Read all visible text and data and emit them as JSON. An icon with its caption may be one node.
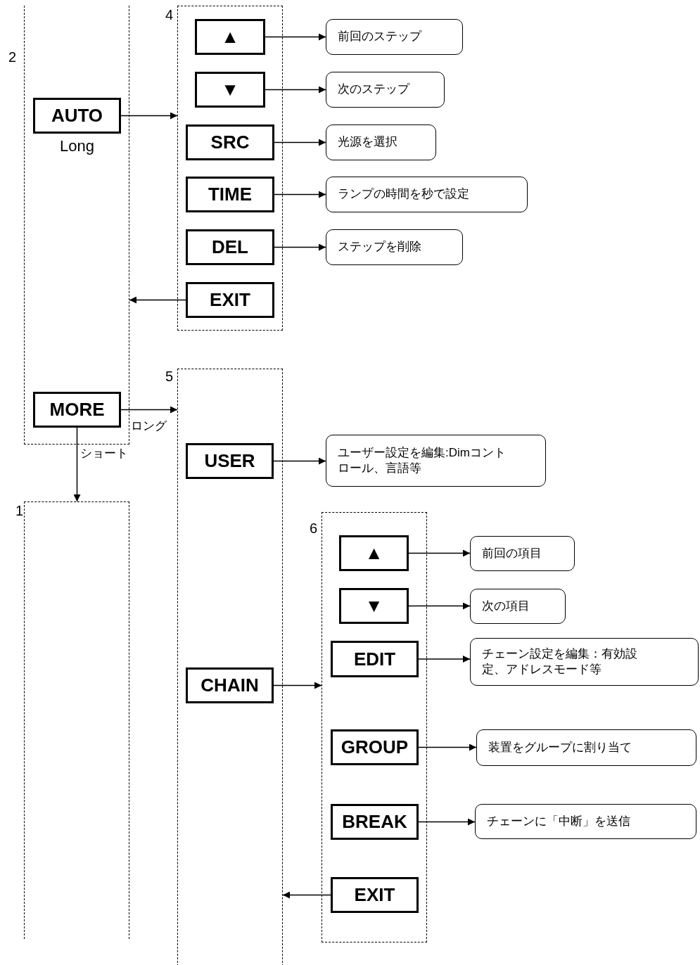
{
  "diagram": {
    "nodes": [
      {
        "text": [
          "2"
        ]
      },
      {
        "text": [
          "AUTO"
        ],
        "in": 0,
        "beside": [
          "Long"
        ]
      },
      {
        "text": [
          "MORE"
        ],
        "in": 0
      },
      {
        "text": [
          "4"
        ]
      },
      {
        "text": [
          "▲"
        ],
        "in": 3
      },
      {
        "text": [
          "▼"
        ],
        "in": 3
      },
      {
        "text": [
          "SRC"
        ],
        "in": 3
      },
      {
        "text": [
          "TIME"
        ],
        "in": 3
      },
      {
        "text": [
          "DEL"
        ],
        "in": 3
      },
      {
        "text": [
          "EXIT"
        ],
        "in": 3
      },
      {
        "text": [
          "前回のステップ"
        ]
      },
      {
        "text": [
          "次のステップ"
        ]
      },
      {
        "text": [
          "光源を選択"
        ]
      },
      {
        "text": [
          "ランプの時間を秒で設定"
        ]
      },
      {
        "text": [
          "ステップを削除"
        ]
      },
      {
        "text": [
          "5"
        ]
      },
      {
        "text": [
          "USER"
        ],
        "in": 15
      },
      {
        "text": [
          "CHAIN"
        ],
        "in": 15
      },
      {
        "text": [
          "ユーザー設定を編集:Dimコントロール、言語等"
        ]
      },
      {
        "text": [
          "1"
        ]
      },
      {
        "text": [
          "6"
        ]
      },
      {
        "text": [
          "▲"
        ],
        "in": 20
      },
      {
        "text": [
          "▼"
        ],
        "in": 20
      },
      {
        "text": [
          "EDIT"
        ],
        "in": 20
      },
      {
        "text": [
          "GROUP"
        ],
        "in": 20
      },
      {
        "text": [
          "BREAK"
        ],
        "in": 20
      },
      {
        "text": [
          "EXIT"
        ],
        "in": 20
      },
      {
        "text": [
          "前回の項目"
        ]
      },
      {
        "text": [
          "次の項目"
        ]
      },
      {
        "text": [
          "チェーン設定を編集：有効設定、アドレスモード等"
        ]
      },
      {
        "text": [
          "装置をグループに割り当て"
        ]
      },
      {
        "text": [
          "チェーンに「中断」を送信"
        ]
      }
    ],
    "edges": [
      {
        "from": 1,
        "to": 3,
        "arrow": "to"
      },
      {
        "from": 9,
        "to": 0,
        "arrow": "to"
      },
      {
        "from": 4,
        "to": 10,
        "arrow": "to"
      },
      {
        "from": 5,
        "to": 11,
        "arrow": "to"
      },
      {
        "from": 6,
        "to": 12,
        "arrow": "to"
      },
      {
        "from": 7,
        "to": 13,
        "arrow": "to"
      },
      {
        "from": 8,
        "to": 14,
        "arrow": "to"
      },
      {
        "from": 2,
        "to": 15,
        "arrow": "to",
        "label": "ロング"
      },
      {
        "from": 2,
        "to": 19,
        "arrow": "to",
        "label": "ショート"
      },
      {
        "from": 16,
        "to": 18,
        "arrow": "to"
      },
      {
        "from": 17,
        "to": 20,
        "arrow": "to"
      },
      {
        "from": 21,
        "to": 27,
        "arrow": "to"
      },
      {
        "from": 22,
        "to": 28,
        "arrow": "to"
      },
      {
        "from": 23,
        "to": 29,
        "arrow": "to"
      },
      {
        "from": 24,
        "to": 30,
        "arrow": "to"
      },
      {
        "from": 25,
        "to": 31,
        "arrow": "to"
      },
      {
        "from": 26,
        "to": 15,
        "arrow": "to"
      }
    ]
  }
}
